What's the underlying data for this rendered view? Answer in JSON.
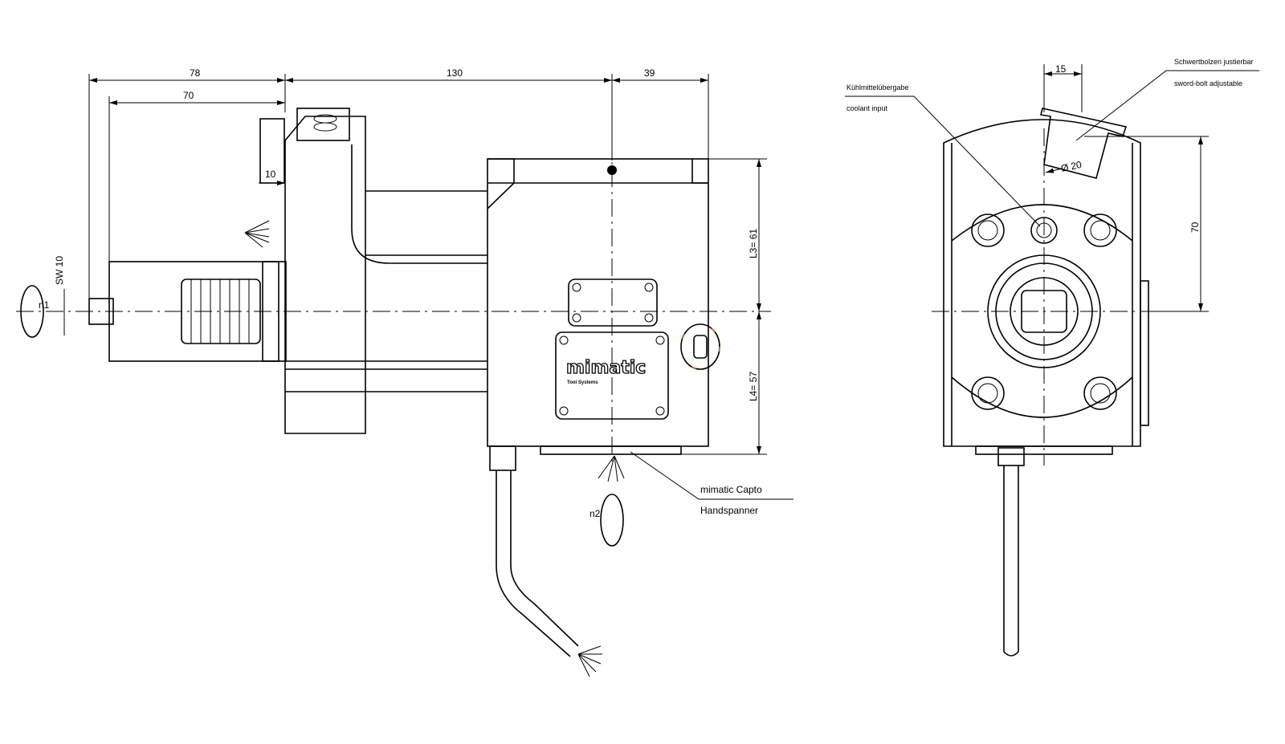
{
  "side_view": {
    "dim_overall": "78",
    "dim_shank": "70",
    "dim_body": "130",
    "dim_front": "39",
    "dim_flange": "10",
    "dim_wrench": "SW 10",
    "rotation_in": "n1",
    "dim_l3": "L3=  61",
    "dim_l4": "L4=  57",
    "rotation_out": "n2",
    "callout_line1": "mimatic Capto",
    "callout_line2": "Handspanner",
    "logo_text": "mimatic",
    "logo_subtext": "Tool Systems"
  },
  "front_view": {
    "dim_offset": "15",
    "dim_diameter": "Ø 20",
    "dim_height": "70",
    "coolant_label_de": "Kühlmittelübergabe",
    "coolant_label_en": "coolant input",
    "swordbolt_label_de": "Schwertbolzen justierbar",
    "swordbolt_label_en": "sword-bolt adjustable"
  },
  "colors": {
    "line": "#000000",
    "accent": "#e05a1a"
  }
}
